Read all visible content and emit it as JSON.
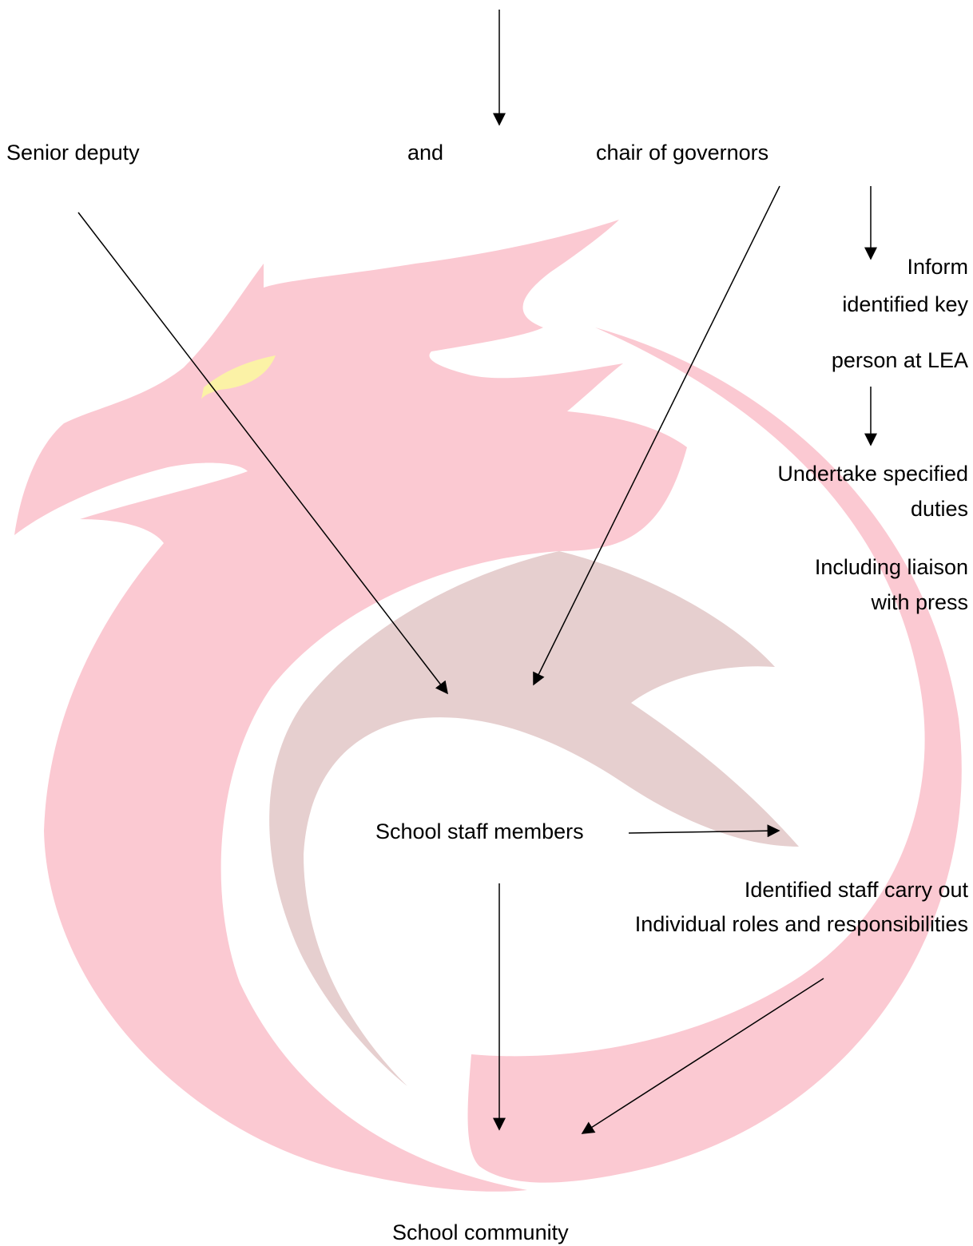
{
  "diagram": {
    "labels": {
      "senior_deputy": "Senior deputy",
      "and": "and",
      "chair_of_governors": "chair of governors",
      "inform_line1": "Inform",
      "inform_line2": "identified key",
      "inform_line3": "person at LEA",
      "undertake_line1": "Undertake specified",
      "undertake_line2": "duties",
      "including_line1": "Including liaison",
      "including_line2": "with press",
      "school_staff_members": "School staff members",
      "identified_staff": "Identified staff carry out",
      "individual_roles": "Individual roles and responsibilities",
      "school_community": "School community"
    },
    "watermark": {
      "icon": "phoenix-logo",
      "colors": {
        "body": "#fbc9d2",
        "inner_swoosh": "#e6cfcf",
        "eye": "#fbf2a6"
      }
    },
    "arrow_color": "#000000"
  }
}
